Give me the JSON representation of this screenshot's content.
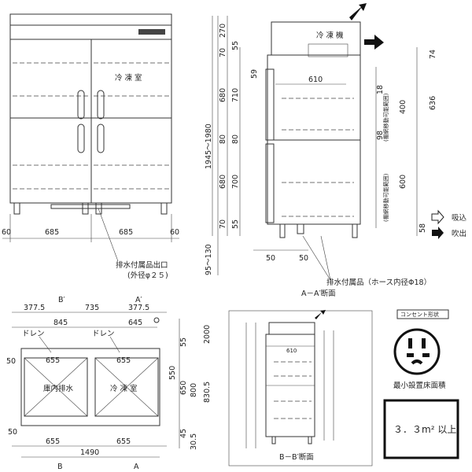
{
  "front": {
    "freezer_label": "冷 凍 室",
    "widths": [
      "60",
      "685",
      "685",
      "60"
    ],
    "drain_label": "排水付属品出口",
    "drain_note": "(外径φ２５)"
  },
  "section_aa": {
    "unit_label": "冷 凍 機",
    "heights_left": [
      "270",
      "70",
      "680",
      "80",
      "680",
      "70",
      "95～130"
    ],
    "overall_height": "1945～1980",
    "heights_inner": [
      "55",
      "59",
      "710",
      "80",
      "700",
      "55"
    ],
    "depth_inner": "610",
    "dim_18": "18",
    "shelf_range_1": "(棚網移動可能範囲)",
    "shelf_range_1_value": "400",
    "dim_98": "98",
    "shelf_range_2": "(棚網移動可能範囲)",
    "shelf_range_2_value": "600",
    "right_dims": [
      "74",
      "636",
      "58"
    ],
    "bottom_dims": [
      "50",
      "50"
    ],
    "drain_label": "排水付属品（ホース内径Φ18）",
    "title": "A－A′断面"
  },
  "legend": {
    "intake": "吸込",
    "exhaust": "吹出"
  },
  "plan": {
    "top_dims": [
      "377.5",
      "735",
      "377.5"
    ],
    "section_marks": [
      "B′",
      "A′",
      "B",
      "A"
    ],
    "inner_dims": [
      "845",
      "645"
    ],
    "drain_labels": [
      "ドレン",
      "ドレン"
    ],
    "compartment_widths": [
      "655",
      "655"
    ],
    "inner_drain_label": "庫内排水",
    "freezer_label": "冷 凍 室",
    "side_dims_left": [
      "50",
      "50"
    ],
    "side_dims_right": [
      "55",
      "550",
      "650",
      "800",
      "830.5",
      "45",
      "30.5",
      "2000"
    ],
    "bottom_dims": [
      "655",
      "655",
      "1490"
    ],
    "bottom_left": "50"
  },
  "section_bb": {
    "title": "B－B′断面",
    "depth": "610"
  },
  "outlet": {
    "title": "コンセント形状",
    "area_label": "最小設置床面積",
    "area_value": "３．３m² 以上"
  }
}
